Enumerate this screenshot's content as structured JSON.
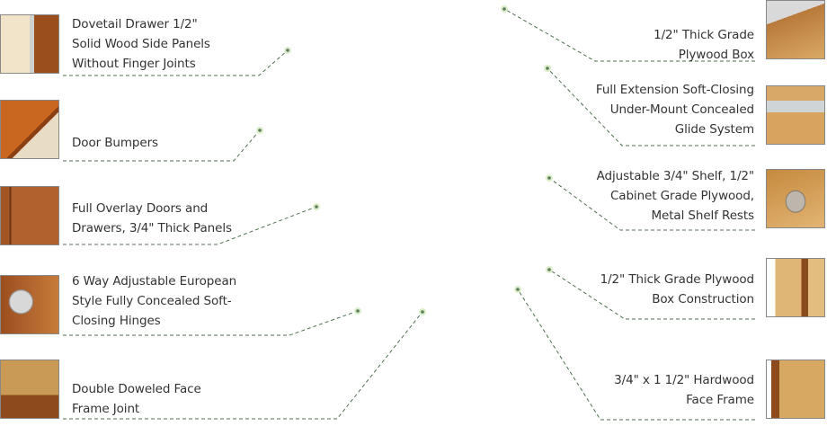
{
  "colors": {
    "leader": "#4f6e4f",
    "dot": "#5c7d5c",
    "halo": "#dbeec9",
    "text": "#333333"
  },
  "left_features": [
    {
      "text": "Dovetail Drawer 1/2\"\nSolid Wood Side Panels\nWithout Finger Joints",
      "image": "dovetail-drawer-photo"
    },
    {
      "text": "Door Bumpers",
      "image": "door-bumper-photo"
    },
    {
      "text": "Full Overlay Doors and\nDrawers, 3/4\" Thick Panels",
      "image": "overlay-door-photo"
    },
    {
      "text": "6 Way Adjustable European\nStyle Fully Concealed Soft-\nClosing Hinges",
      "image": "hinge-photo"
    },
    {
      "text": "Double Doweled Face\nFrame Joint",
      "image": "face-frame-joint-photo"
    }
  ],
  "right_features": [
    {
      "text": "1/2\" Thick Grade\nPlywood Box",
      "image": "plywood-box-photo"
    },
    {
      "text": "Full Extension Soft-Closing\nUnder-Mount Concealed\nGlide System",
      "image": "glide-system-photo"
    },
    {
      "text": "Adjustable 3/4\" Shelf, 1/2\"\nCabinet Grade Plywood,\nMetal Shelf Rests",
      "image": "shelf-rest-photo"
    },
    {
      "text": "1/2\" Thick Grade Plywood\nBox Construction",
      "image": "box-construction-photo"
    },
    {
      "text": "3/4\" x 1 1/2\" Hardwood\nFace Frame",
      "image": "hardwood-face-frame-photo"
    }
  ]
}
